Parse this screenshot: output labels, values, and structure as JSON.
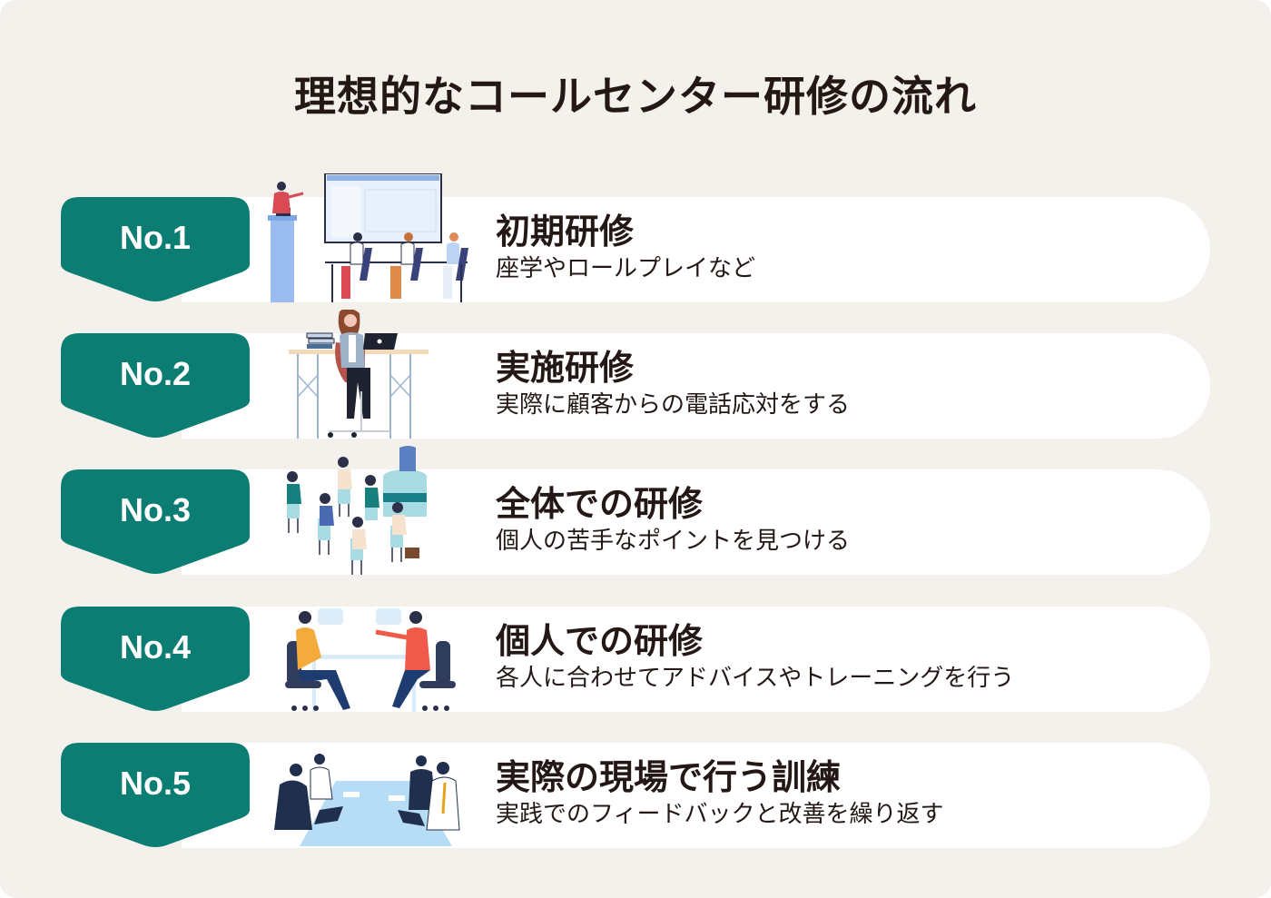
{
  "page": {
    "title": "理想的なコールセンター研修の流れ"
  },
  "colors": {
    "background": "#f4f1ed",
    "banner": "#0b7d72",
    "pill": "#ffffff",
    "text": "#231815"
  },
  "steps": [
    {
      "badge": "No.1",
      "heading": "初期研修",
      "description": "座学やロールプレイなど",
      "illustration": "presentation-classroom-illustration"
    },
    {
      "badge": "No.2",
      "heading": "実施研修",
      "description": "実際に顧客からの電話応対をする",
      "illustration": "phone-operator-desk-illustration"
    },
    {
      "badge": "No.3",
      "heading": "全体での研修",
      "description": "個人の苦手なポイントを見つける",
      "illustration": "group-seminar-illustration"
    },
    {
      "badge": "No.4",
      "heading": "個人での研修",
      "description": "各人に合わせてアドバイスやトレーニングを行う",
      "illustration": "one-on-one-meeting-illustration"
    },
    {
      "badge": "No.5",
      "heading": "実際の現場で行う訓練",
      "description": "実践でのフィードバックと改善を繰り返す",
      "illustration": "conference-table-meeting-illustration"
    }
  ]
}
